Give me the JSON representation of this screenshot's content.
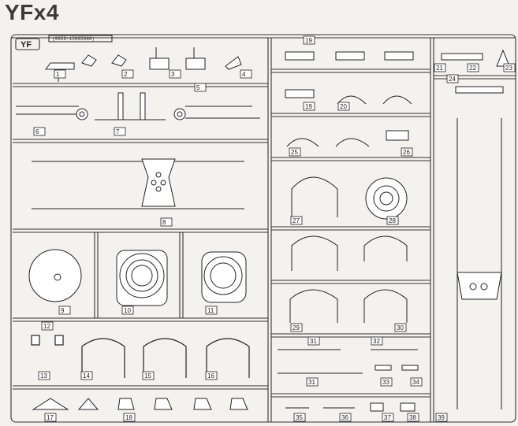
{
  "sheet": {
    "title": "YFx4",
    "sprue_tag": "YF",
    "code": "(0659-15085088)"
  },
  "parts": [
    "1",
    "2",
    "3",
    "4",
    "5",
    "6",
    "7",
    "8",
    "9",
    "10",
    "11",
    "12",
    "13",
    "14",
    "15",
    "16",
    "17",
    "18",
    "19",
    "19",
    "20",
    "21",
    "22",
    "23",
    "24",
    "25",
    "26",
    "27",
    "28",
    "29",
    "30",
    "31",
    "31",
    "32",
    "33",
    "34",
    "35",
    "36",
    "37",
    "38",
    "39"
  ]
}
